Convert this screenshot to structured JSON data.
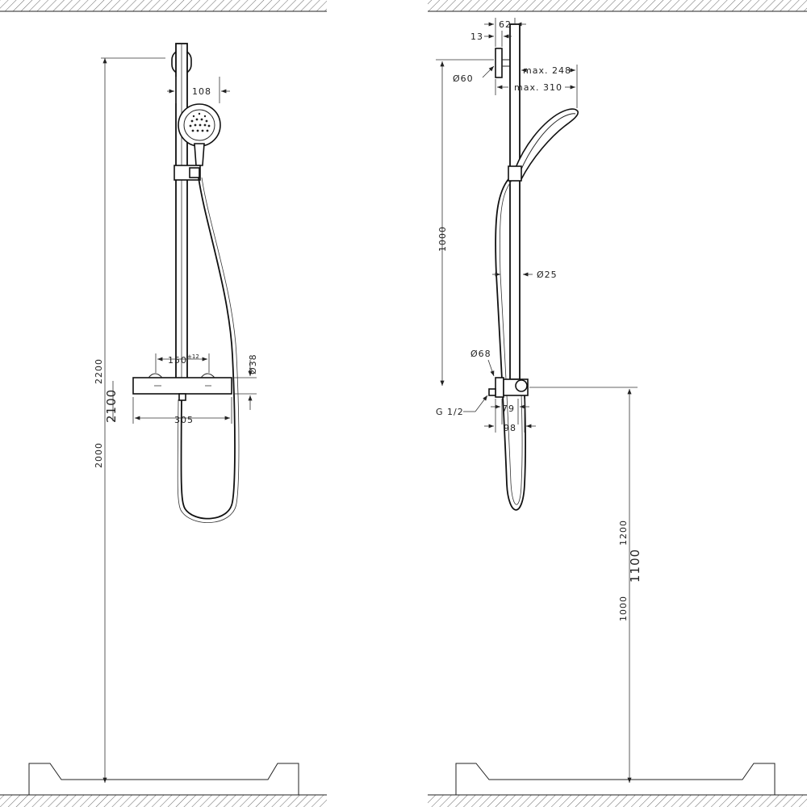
{
  "front_view": {
    "dimensions": {
      "outlet_width": "108",
      "center_distance": "150",
      "center_distance_tolerance": "±12",
      "body_height": "Ø38",
      "total_width": "305",
      "height_min": "2000",
      "height_mid": "2100",
      "height_max": "2200"
    }
  },
  "side_view": {
    "dimensions": {
      "wall_offset": "62",
      "bracket_depth": "13",
      "holder_diameter": "Ø60",
      "max_depth_248": "max. 248",
      "max_depth_310": "max. 310",
      "bar_length": "1000",
      "rail_diameter": "Ø25",
      "rosette_diameter": "Ø68",
      "connection_thread": "G 1/2",
      "depth_79": "79",
      "depth_98": "98",
      "height_min": "1000",
      "height_mid": "1100",
      "height_max": "1200"
    }
  }
}
